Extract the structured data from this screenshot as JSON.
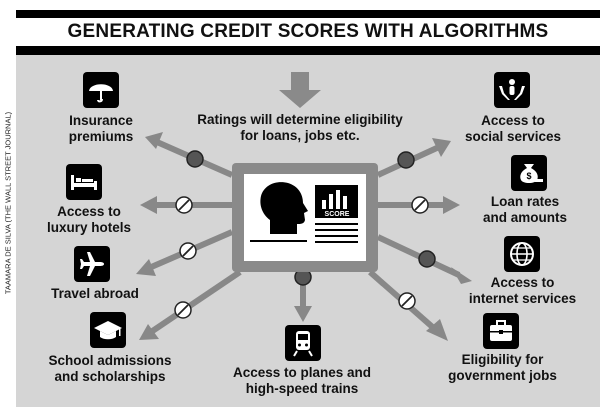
{
  "title": "GENERATING CREDIT SCORES WITH ALGORITHMS",
  "credit": "TAAMARA DE SILVA (THE WALL STREET JOURNAL)",
  "center_text": [
    "Ratings will determine eligibility",
    "for loans, jobs etc."
  ],
  "score_label": "SCORE",
  "outcomes": {
    "insurance": {
      "label": [
        "Insurance",
        "premiums"
      ],
      "icon": "umbrella-icon",
      "status": "allowed"
    },
    "hotels": {
      "label": [
        "Access to",
        "luxury hotels"
      ],
      "icon": "bed-icon",
      "status": "blocked"
    },
    "travel": {
      "label": [
        "Travel abroad"
      ],
      "icon": "airplane-icon",
      "status": "blocked"
    },
    "school": {
      "label": [
        "School admissions",
        "and scholarships"
      ],
      "icon": "graduation-cap-icon",
      "status": "blocked"
    },
    "trains": {
      "label": [
        "Access to planes and",
        "high-speed trains"
      ],
      "icon": "train-icon",
      "status": "allowed"
    },
    "social": {
      "label": [
        "Access to",
        "social services"
      ],
      "icon": "hands-person-icon",
      "status": "allowed"
    },
    "loans": {
      "label": [
        "Loan rates",
        "and amounts"
      ],
      "icon": "money-bag-icon",
      "status": "blocked"
    },
    "internet": {
      "label": [
        "Access to",
        "internet services"
      ],
      "icon": "globe-icon",
      "status": "allowed"
    },
    "jobs": {
      "label": [
        "Eligibility for",
        "government jobs"
      ],
      "icon": "briefcase-icon",
      "status": "blocked"
    }
  },
  "colors": {
    "background": "#d5d5d5",
    "arrow": "#888888",
    "dark": "#000000",
    "frame_fill": "#ffffff"
  }
}
